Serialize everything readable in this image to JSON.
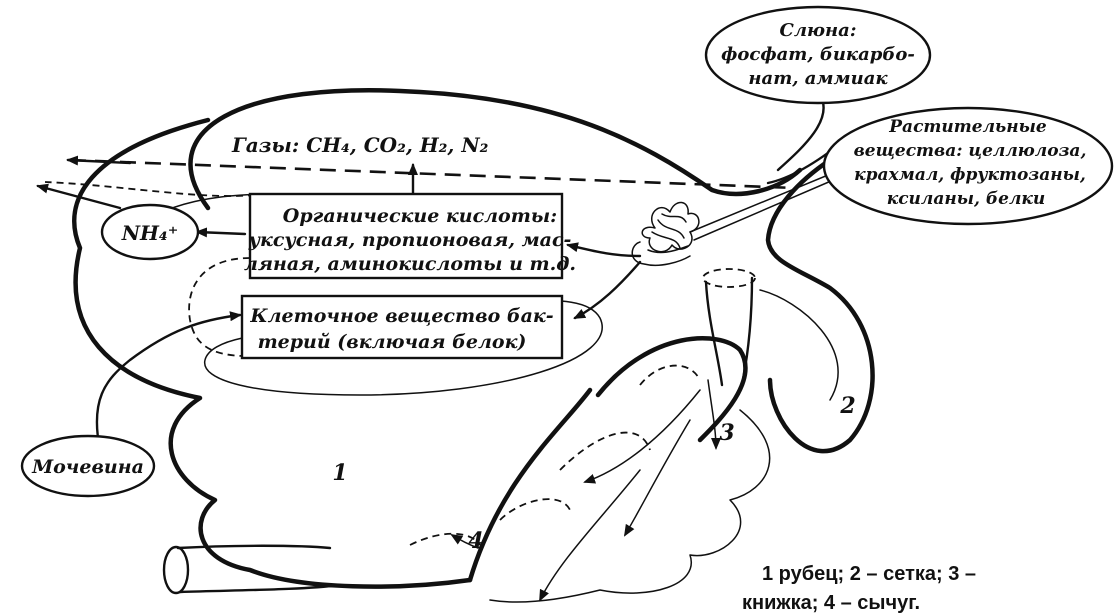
{
  "labels": {
    "saliva": {
      "line1": "Слюна:",
      "line2": "фосфат, бикарбо-",
      "line3": "нат, аммиак"
    },
    "plants": {
      "line1": "Растительные",
      "line2": "вещества: целлюлоза,",
      "line3": "крахмал, фруктозаны,",
      "line4": "ксиланы, белки"
    },
    "gases": "Газы:  CH₄, CO₂, H₂, N₂",
    "ammonium": "NH₄⁺",
    "acids": {
      "line1": "Органические кислоты:",
      "line2": "уксусная, пропионовая, мас-",
      "line3": "ляная, аминокислоты и т.д."
    },
    "cells": {
      "line1": "Клеточное вещество бак-",
      "line2": "терий (включая белок)"
    },
    "urea": "Мочевина",
    "n1": "1",
    "n2": "2",
    "n3": "3",
    "n4": "4"
  },
  "caption": {
    "line1": "1 рубец;  2 – сетка;  3 –",
    "line2": "книжка;  4 – сычуг."
  }
}
